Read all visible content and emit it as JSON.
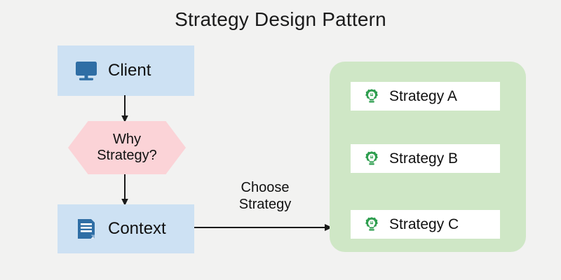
{
  "diagram": {
    "title": "Strategy Design Pattern",
    "background_color": "#f2f2f1"
  },
  "nodes": {
    "client": {
      "label": "Client",
      "icon": "desktop-monitor-icon",
      "fill_color": "#cde1f3",
      "icon_color": "#2f6ea5"
    },
    "decision": {
      "line1": "Why",
      "line2": "Strategy?",
      "fill_color": "#fbd3d7"
    },
    "context": {
      "label": "Context",
      "icon": "document-icon",
      "fill_color": "#cde1f3",
      "icon_color": "#2f6ea5"
    }
  },
  "edges": {
    "client_to_decision": {
      "label": ""
    },
    "decision_to_context": {
      "label": ""
    },
    "context_to_strategies": {
      "line1": "Choose",
      "line2": "Strategy"
    }
  },
  "strategy_panel": {
    "fill_color": "#cfe7c6",
    "card_fill_color": "#ffffff",
    "icon_color": "#2e9e4f",
    "cards": [
      {
        "label": "Strategy A",
        "icon": "lightbulb-gear-icon"
      },
      {
        "label": "Strategy B",
        "icon": "lightbulb-gear-icon"
      },
      {
        "label": "Strategy C",
        "icon": "lightbulb-gear-icon"
      }
    ]
  }
}
